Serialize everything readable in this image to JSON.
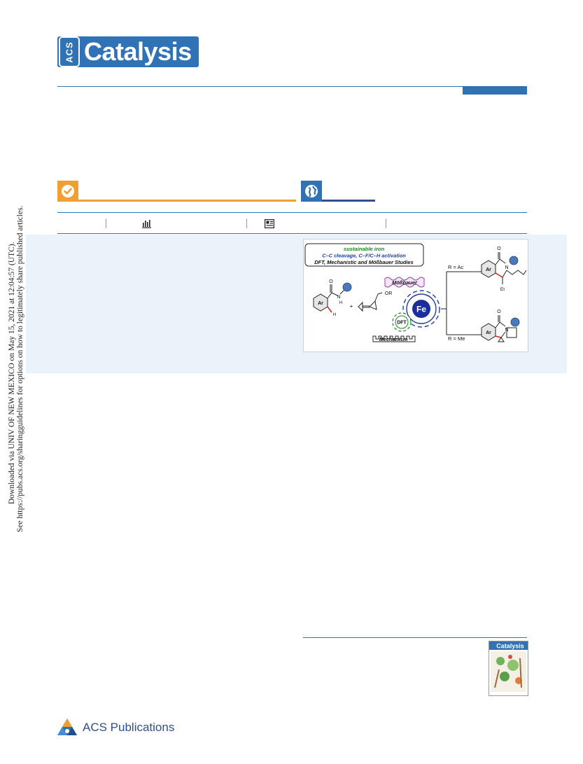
{
  "journal": {
    "logo_acs": "ACS",
    "logo_word": "Catalysis"
  },
  "toc_graphic": {
    "headline_green": "sustainable iron",
    "headline_blue": "C–C cleavage, C–F/C–H activation",
    "headline_black": "DFT, Mechanistic and Mößbauer Studies",
    "mossbauer_label": "Mößbauer",
    "dft_label": "DFT",
    "mechanism_label": "Mechanism",
    "metal": "Fe",
    "substrate_group": "OR",
    "aryl_label": "Ar",
    "nh_label": "N",
    "h_label": "H",
    "h_label_2": "H",
    "carbonyl_o": "O",
    "plus": "+",
    "route_top": "R = Ac",
    "route_bottom": "R = Me",
    "product_top_sub": "Et",
    "product_n": "N",
    "product_o": "O",
    "colors": {
      "green": "#1a8a1a",
      "blue": "#1d3fa0",
      "purple": "#9b3fb5",
      "metal": "#1a2f9a",
      "red": "#d92020"
    }
  },
  "sidebar": {
    "line1": "Downloaded via UNIV OF NEW MEXICO on May 15, 2021 at 12:04:57 (UTC).",
    "line2": "See https://pubs.acs.org/sharingguidelines for options on how to legitimately share published articles."
  },
  "cover_logo": "Catalysis",
  "publisher": {
    "name": "ACS Publications"
  },
  "icons": [
    "open-access-check-icon",
    "globe-icon",
    "bar-chart-icon",
    "article-recommendations-icon",
    "acs-publications-logo-icon"
  ]
}
